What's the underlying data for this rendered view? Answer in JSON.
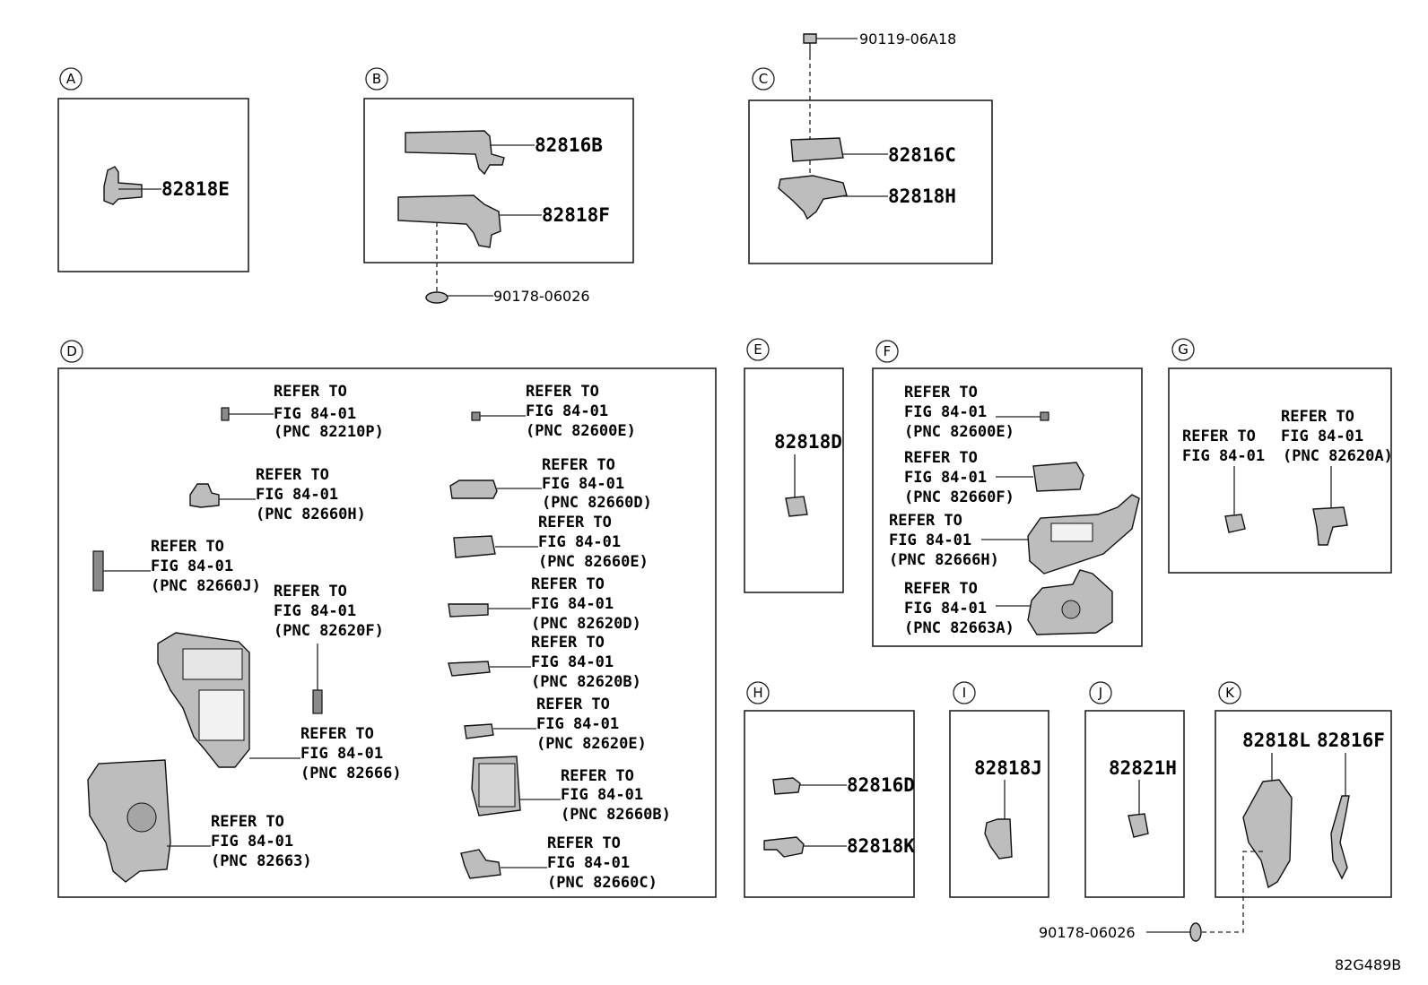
{
  "sections": {
    "A": "A",
    "B": "B",
    "C": "C",
    "D": "D",
    "E": "E",
    "F": "F",
    "G": "G",
    "H": "H",
    "I": "I",
    "J": "J",
    "K": "K"
  },
  "parts": {
    "p82818E": "82818E",
    "p82816B": "82816B",
    "p82818F": "82818F",
    "p90178_06026_b": "90178-06026",
    "p90119_06A18": "90119-06A18",
    "p82816C": "82816C",
    "p82818H": "82818H",
    "p82818D": "82818D",
    "p82816D": "82816D",
    "p82818K": "82818K",
    "p82818J": "82818J",
    "p82821H": "82821H",
    "p82818L": "82818L",
    "p82816F": "82816F",
    "p90178_06026_k": "90178-06026"
  },
  "refer": {
    "refer_to": "REFER TO",
    "fig": "FIG 84-01",
    "fig_short": "FIG 84-01"
  },
  "pnc": {
    "d_82210P": "(PNC 82210P)",
    "d_82600E": "(PNC 82600E)",
    "d_82660H": "(PNC 82660H)",
    "d_82660D": "(PNC 82660D)",
    "d_82660E": "(PNC 82660E)",
    "d_82660J": "(PNC 82660J)",
    "d_82620F": "(PNC 82620F)",
    "d_82620D": "(PNC 82620D)",
    "d_82620B": "(PNC 82620B)",
    "d_82620E": "(PNC 82620E)",
    "d_82666": "(PNC 82666)",
    "d_82660B": "(PNC 82660B)",
    "d_82663": "(PNC 82663)",
    "d_82660C": "(PNC 82660C)",
    "f_82600E": "(PNC 82600E)",
    "f_82660F": "(PNC 82660F)",
    "f_82666H": "(PNC 82666H)",
    "f_82663A": "(PNC 82663A)",
    "g_82620A": "(PNC 82620A)"
  },
  "diagram_code": "82G489B"
}
